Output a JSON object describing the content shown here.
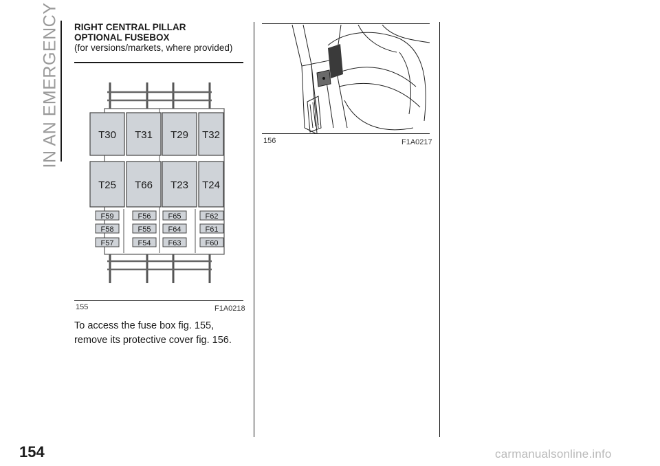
{
  "section_title": "IN AN EMERGENCY",
  "page_number": "154",
  "heading": {
    "line1": "RIGHT CENTRAL PILLAR",
    "line2": "OPTIONAL FUSEBOX",
    "note": "(for versions/markets, where provided)"
  },
  "figure_155": {
    "number": "155",
    "code": "F1A0218",
    "top_row": [
      "T30",
      "T31",
      "T29",
      "T32"
    ],
    "bottom_row": [
      "T25",
      "T66",
      "T23",
      "T24"
    ],
    "fuse_rows": [
      [
        "F59",
        "F56",
        "F65",
        "F62"
      ],
      [
        "F58",
        "F55",
        "F64",
        "F61"
      ],
      [
        "F57",
        "F54",
        "F63",
        "F60"
      ]
    ]
  },
  "body_text": "To access the fuse box fig. 155, remove its protective cover fig. 156.",
  "figure_156": {
    "number": "156",
    "code": "F1A0217"
  },
  "watermark": "carmanualsonline.info"
}
